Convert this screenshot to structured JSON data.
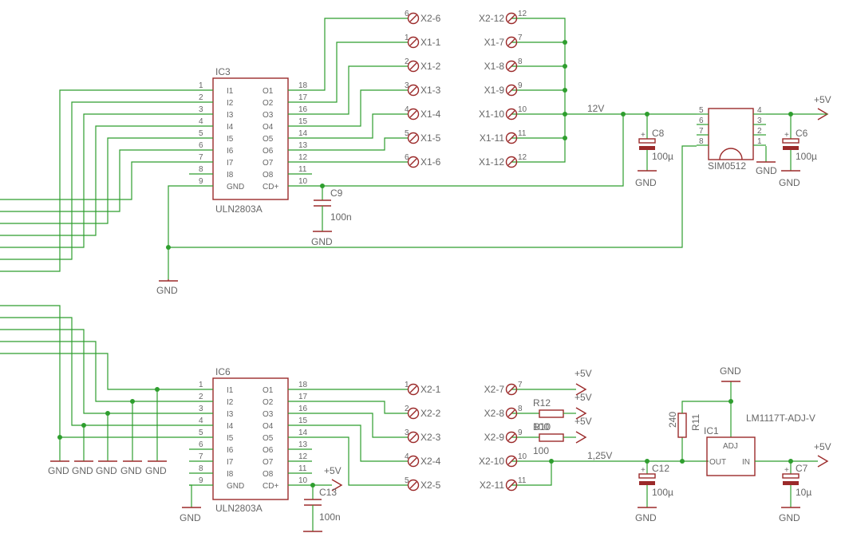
{
  "ic3": {
    "ref": "IC3",
    "value": "ULN2803A",
    "left_pins": [
      {
        "num": "1",
        "name": "I1"
      },
      {
        "num": "2",
        "name": "I2"
      },
      {
        "num": "3",
        "name": "I3"
      },
      {
        "num": "4",
        "name": "I4"
      },
      {
        "num": "5",
        "name": "I5"
      },
      {
        "num": "6",
        "name": "I6"
      },
      {
        "num": "7",
        "name": "I7"
      },
      {
        "num": "8",
        "name": "I8"
      },
      {
        "num": "9",
        "name": "GND"
      }
    ],
    "right_pins": [
      {
        "num": "18",
        "name": "O1"
      },
      {
        "num": "17",
        "name": "O2"
      },
      {
        "num": "16",
        "name": "O3"
      },
      {
        "num": "15",
        "name": "O4"
      },
      {
        "num": "14",
        "name": "O5"
      },
      {
        "num": "13",
        "name": "O6"
      },
      {
        "num": "12",
        "name": "O7"
      },
      {
        "num": "11",
        "name": "O8"
      },
      {
        "num": "10",
        "name": "CD+"
      }
    ]
  },
  "ic6": {
    "ref": "IC6",
    "value": "ULN2803A",
    "left_pins": [
      {
        "num": "1",
        "name": "I1"
      },
      {
        "num": "2",
        "name": "I2"
      },
      {
        "num": "3",
        "name": "I3"
      },
      {
        "num": "4",
        "name": "I4"
      },
      {
        "num": "5",
        "name": "I5"
      },
      {
        "num": "6",
        "name": "I6"
      },
      {
        "num": "7",
        "name": "I7"
      },
      {
        "num": "8",
        "name": "I8"
      },
      {
        "num": "9",
        "name": "GND"
      }
    ],
    "right_pins": [
      {
        "num": "18",
        "name": "O1"
      },
      {
        "num": "17",
        "name": "O2"
      },
      {
        "num": "16",
        "name": "O3"
      },
      {
        "num": "15",
        "name": "O4"
      },
      {
        "num": "14",
        "name": "O5"
      },
      {
        "num": "13",
        "name": "O6"
      },
      {
        "num": "12",
        "name": "O7"
      },
      {
        "num": "11",
        "name": "O8"
      },
      {
        "num": "10",
        "name": "CD+"
      }
    ]
  },
  "connectors_ic3_out": [
    {
      "num": "6",
      "label": "X2-6"
    },
    {
      "num": "1",
      "label": "X1-1"
    },
    {
      "num": "2",
      "label": "X1-2"
    },
    {
      "num": "3",
      "label": "X1-3"
    },
    {
      "num": "4",
      "label": "X1-4"
    },
    {
      "num": "5",
      "label": "X1-5"
    },
    {
      "num": "6",
      "label": "X1-6"
    }
  ],
  "connectors_12v": [
    {
      "num": "12",
      "label": "X2-12"
    },
    {
      "num": "7",
      "label": "X1-7"
    },
    {
      "num": "8",
      "label": "X1-8"
    },
    {
      "num": "9",
      "label": "X1-9"
    },
    {
      "num": "10",
      "label": "X1-10"
    },
    {
      "num": "11",
      "label": "X1-11"
    },
    {
      "num": "12",
      "label": "X1-12"
    }
  ],
  "connectors_ic6_out": [
    {
      "num": "1",
      "label": "X2-1"
    },
    {
      "num": "2",
      "label": "X2-2"
    },
    {
      "num": "3",
      "label": "X2-3"
    },
    {
      "num": "4",
      "label": "X2-4"
    },
    {
      "num": "5",
      "label": "X2-5"
    }
  ],
  "connectors_lower_mid": [
    {
      "num": "7",
      "label": "X2-7"
    },
    {
      "num": "8",
      "label": "X2-8"
    },
    {
      "num": "9",
      "label": "X2-9"
    },
    {
      "num": "10",
      "label": "X2-10"
    },
    {
      "num": "11",
      "label": "X2-11"
    }
  ],
  "net_labels": {
    "v12": "12V",
    "v125": "1,25V",
    "p5": "+5V",
    "gnd": "GND"
  },
  "components": {
    "c8": {
      "ref": "C8",
      "value": "100µ"
    },
    "c6": {
      "ref": "C6",
      "value": "100µ"
    },
    "c9": {
      "ref": "C9",
      "value": "100n"
    },
    "c12": {
      "ref": "C12",
      "value": "100µ"
    },
    "c7": {
      "ref": "C7",
      "value": "10µ"
    },
    "c13": {
      "ref": "C13",
      "value": "100n"
    },
    "r12": {
      "ref": "R12",
      "value": "100"
    },
    "r10": {
      "ref": "R10",
      "value": "100"
    },
    "r11": {
      "ref": "R11",
      "value": "240"
    },
    "sim": {
      "value": "SIM0512",
      "pins_left": [
        "5",
        "6",
        "7",
        "8"
      ],
      "pins_right": [
        "4",
        "3",
        "2",
        "1"
      ]
    },
    "ic1": {
      "ref": "IC1",
      "value": "LM1117T-ADJ-V",
      "adj": "ADJ",
      "out": "OUT",
      "in": "IN"
    }
  }
}
